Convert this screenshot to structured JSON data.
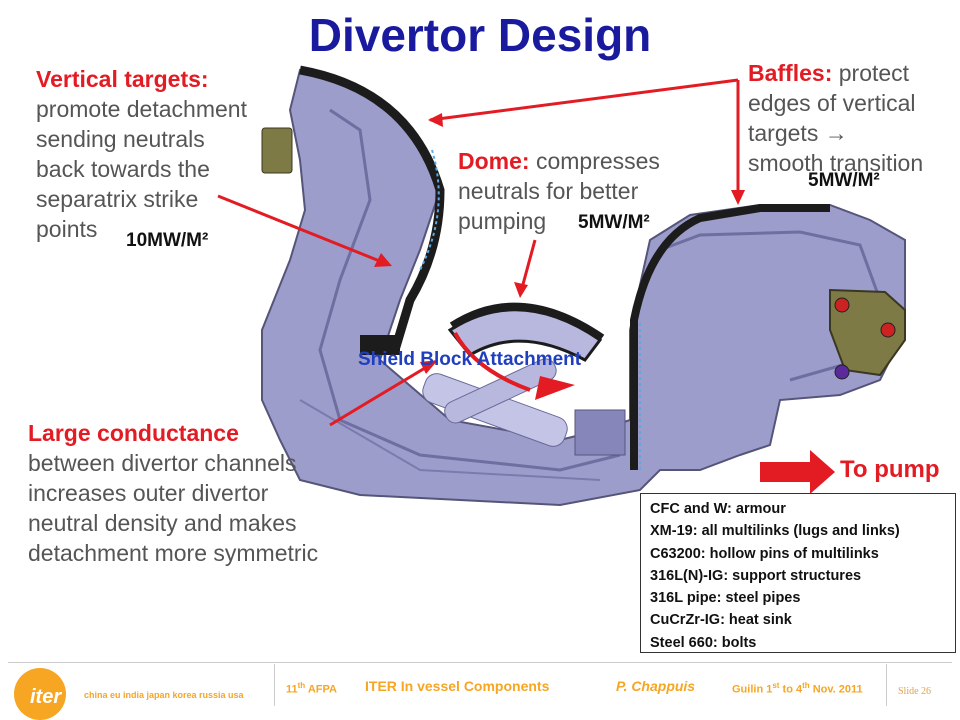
{
  "title": "Divertor Design",
  "callouts": {
    "vertical_targets": {
      "keyword": "Vertical targets:",
      "lines": [
        "promote detachment",
        "sending neutrals",
        "back towards the",
        "separatrix strike",
        "points"
      ]
    },
    "dome": {
      "keyword": "Dome:",
      "first_line_rest": " compresses",
      "lines": [
        "neutrals for better",
        "pumping"
      ]
    },
    "baffles": {
      "keyword": "Baffles:",
      "first_line_rest": " protect",
      "lines": [
        "edges of vertical",
        "targets →",
        "smooth transition"
      ]
    },
    "large_conductance": {
      "keyword": "Large conductance",
      "lines": [
        "between divertor channels",
        "increases outer divertor",
        "neutral density and makes",
        "detachment more symmetric"
      ]
    }
  },
  "heat_flux": {
    "inner": "10MW/M²",
    "dome": "5MW/M²",
    "outer": "5MW/M²"
  },
  "labels": {
    "shield_block": "Shield Block Attachment",
    "to_pump": "To pump"
  },
  "materials": [
    "CFC and W: armour",
    "XM-19: all multilinks (lugs and links)",
    "C63200: hollow pins of multilinks",
    "316L(N)-IG: support structures",
    "316L pipe: steel pipes",
    "CuCrZr-IG: heat sink",
    "Steel 660: bolts"
  ],
  "colors": {
    "title": "#1a1a9e",
    "keyword": "#e31b23",
    "body_part": "#9d9dcc",
    "armour": "#1c1c1c",
    "footer": "#f6a623"
  },
  "footer": {
    "logo": "iter",
    "tagline": "china eu india japan korea russia usa",
    "conference": {
      "prefix": "11",
      "sup": "th",
      "suffix": " AFPA"
    },
    "topic": "ITER In vessel Components",
    "author": "P. Chappuis",
    "place": {
      "a": "Guilin 1",
      "a_sup": "st",
      "b": " to 4",
      "b_sup": "th",
      "c": " Nov. 2011"
    },
    "slide": "Slide 26"
  }
}
